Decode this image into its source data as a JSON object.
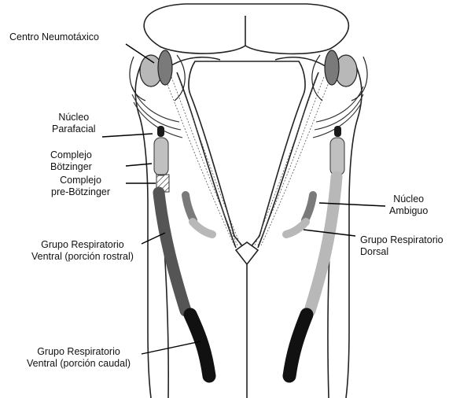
{
  "labels": {
    "pneumotaxic_center": "Centro Neumotáxico",
    "parafacial_nucleus": [
      "Núcleo",
      "Parafacial"
    ],
    "botzinger_complex": [
      "Complejo",
      "Bötzinger"
    ],
    "pre_botzinger_complex": [
      "Complejo",
      "pre-Bötzinger"
    ],
    "vrg_rostral": [
      "Grupo Respiratorio",
      "Ventral (porción rostral)"
    ],
    "vrg_caudal": [
      "Grupo Respiratorio",
      "Ventral (porción caudal)"
    ],
    "nucleus_ambiguus": [
      "Núcleo",
      "Ambiguo"
    ],
    "drg": [
      "Grupo Respiratorio",
      "Dorsal"
    ]
  },
  "colors": {
    "outline": "#222222",
    "dark_column": "#1a1a1a",
    "mid_gray": "#7a7a7a",
    "light_gray": "#b8b8b8",
    "pale_gray": "#d6d6d6"
  }
}
